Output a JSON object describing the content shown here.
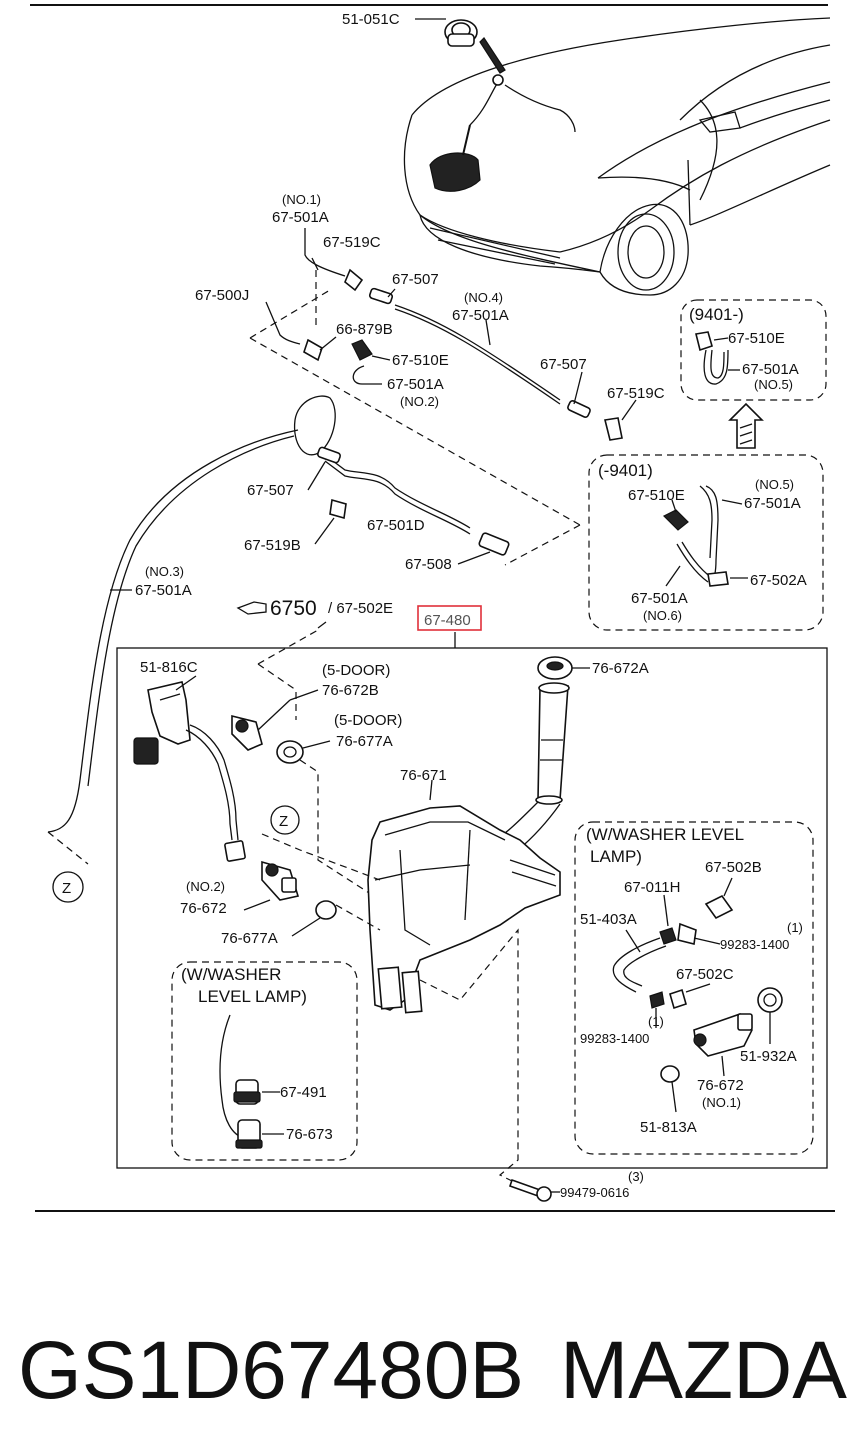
{
  "diagram": {
    "labels": {
      "grommet_top": "51-051C",
      "hose_no1_tag": "(NO.1)",
      "hose_no1": "67-501A",
      "joint_519c_a": "67-519C",
      "joint_500j": "67-500J",
      "check_valve_a": "67-507",
      "joint_879b": "66-879B",
      "nozzle_510e_a": "67-510E",
      "hose_no2": "67-501A",
      "hose_no2_tag": "(NO.2)",
      "hose_no4_tag": "(NO.4)",
      "hose_no4": "67-501A",
      "check_valve_b": "67-507",
      "joint_519c_b": "67-519C",
      "check_valve_c": "67-507",
      "joint_519b": "67-519B",
      "hose_501d": "67-501D",
      "valve_508": "67-508",
      "hose_no3_tag": "(NO.3)",
      "hose_no3": "67-501A",
      "z_marker": "Z",
      "ref_group": "6750",
      "ref_part": "/ 67-502E",
      "box_new_title": "(9401-)",
      "box_new_510e": "67-510E",
      "box_new_501a": "67-501A",
      "box_new_no5": "(NO.5)",
      "box_old_title": "(-9401)",
      "box_old_510e": "67-510E",
      "box_old_no5": "(NO.5)",
      "box_old_501a": "67-501A",
      "box_old_502a": "67-502A",
      "box_old_501a_b": "67-501A",
      "box_old_no6": "(NO.6)",
      "main_part": "67-480",
      "bracket_816c": "51-816C",
      "grommet_672a": "76-672A",
      "five_door_a": "(5-DOOR)",
      "motor_672b": "76-672B",
      "five_door_b": "(5-DOOR)",
      "grommet_677a": "76-677A",
      "tank_671": "76-671",
      "motor_no2_tag": "(NO.2)",
      "motor_672": "76-672",
      "grommet_677a_b": "76-677A",
      "level_left_title_1": "(W/WASHER",
      "level_left_title_2": "LEVEL LAMP)",
      "sensor_491": "67-491",
      "sensor_673": "76-673",
      "level_right_title_1": "(W/WASHER  LEVEL",
      "level_right_title_2": "LAMP)",
      "joint_502b": "67-502B",
      "clip_011h": "67-011H",
      "hose_403a": "51-403A",
      "qty_1a": "(1)",
      "clip_1400_a": "99283-1400",
      "joint_502c": "67-502C",
      "qty_1b": "(1)",
      "clip_1400_b": "99283-1400",
      "clamp_932a": "51-932A",
      "motor_672_r": "76-672",
      "motor_no1_tag": "(NO.1)",
      "grommet_813a": "51-813A",
      "qty_3": "(3)",
      "screw_0616": "99479-0616"
    }
  },
  "footer": {
    "part_number": "GS1D67480B",
    "brand": "MAZDA"
  },
  "colors": {
    "highlight_box": "#e0303a",
    "highlight_text": "#555555",
    "ink": "#111111"
  }
}
